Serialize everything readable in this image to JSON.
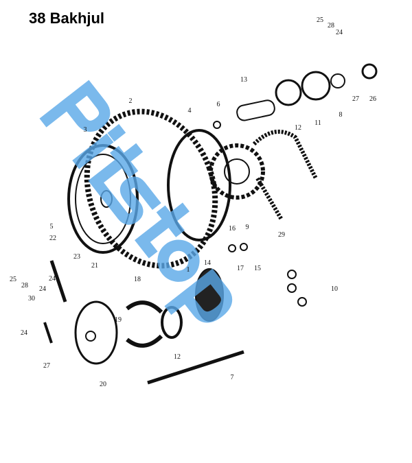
{
  "title": "38 Bakhjul",
  "watermark": "Pitstop",
  "part_labels": [
    "25",
    "28",
    "24",
    "13",
    "12",
    "11",
    "8",
    "27",
    "26",
    "6",
    "2",
    "4",
    "3",
    "9",
    "29",
    "5",
    "22",
    "16",
    "17",
    "15",
    "14",
    "1",
    "23",
    "21",
    "18",
    "25",
    "28",
    "30",
    "24",
    "24",
    "10",
    "24",
    "19",
    "12",
    "27",
    "20",
    "7"
  ]
}
